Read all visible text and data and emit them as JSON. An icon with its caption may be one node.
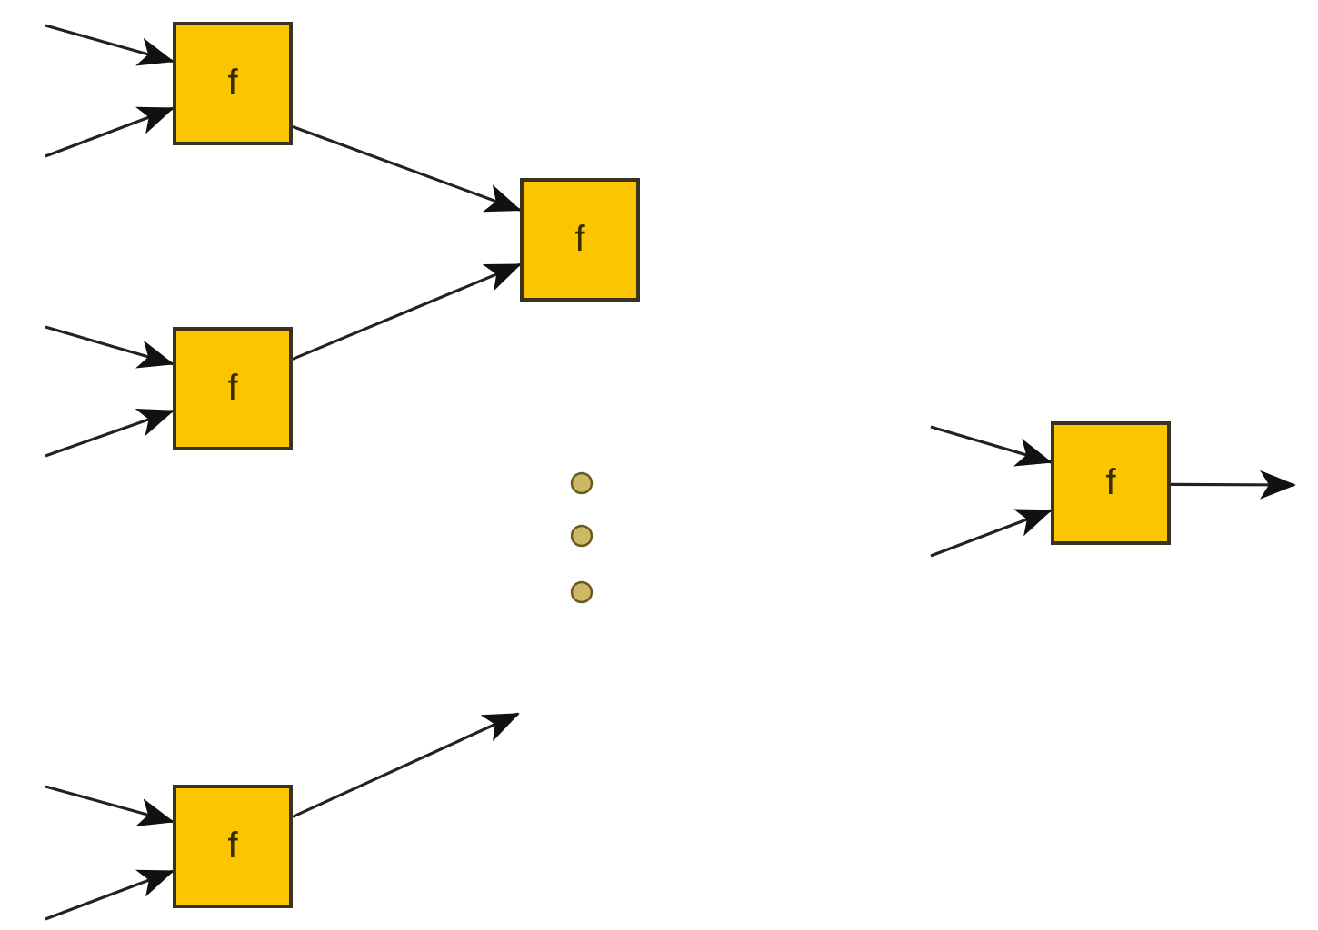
{
  "diagram": {
    "nodes": [
      {
        "text": [
          "f"
        ]
      },
      {
        "text": [
          "f"
        ]
      },
      {
        "text": [
          "f"
        ]
      },
      {
        "text": [
          "f"
        ]
      },
      {
        "text": [
          "f"
        ]
      }
    ],
    "edges": [
      {
        "from": null,
        "to": 0,
        "arrow": "to"
      },
      {
        "from": null,
        "to": 0,
        "arrow": "to"
      },
      {
        "from": 0,
        "to": 1,
        "arrow": "to"
      },
      {
        "from": null,
        "to": 2,
        "arrow": "to"
      },
      {
        "from": null,
        "to": 2,
        "arrow": "to"
      },
      {
        "from": 2,
        "to": 1,
        "arrow": "to"
      },
      {
        "from": null,
        "to": 4,
        "arrow": "to"
      },
      {
        "from": null,
        "to": 4,
        "arrow": "to"
      },
      {
        "from": 4,
        "to": null,
        "arrow": "to"
      },
      {
        "from": null,
        "to": 3,
        "arrow": "to"
      },
      {
        "from": null,
        "to": 3,
        "arrow": "to"
      },
      {
        "from": 3,
        "to": null,
        "arrow": "to"
      }
    ]
  }
}
